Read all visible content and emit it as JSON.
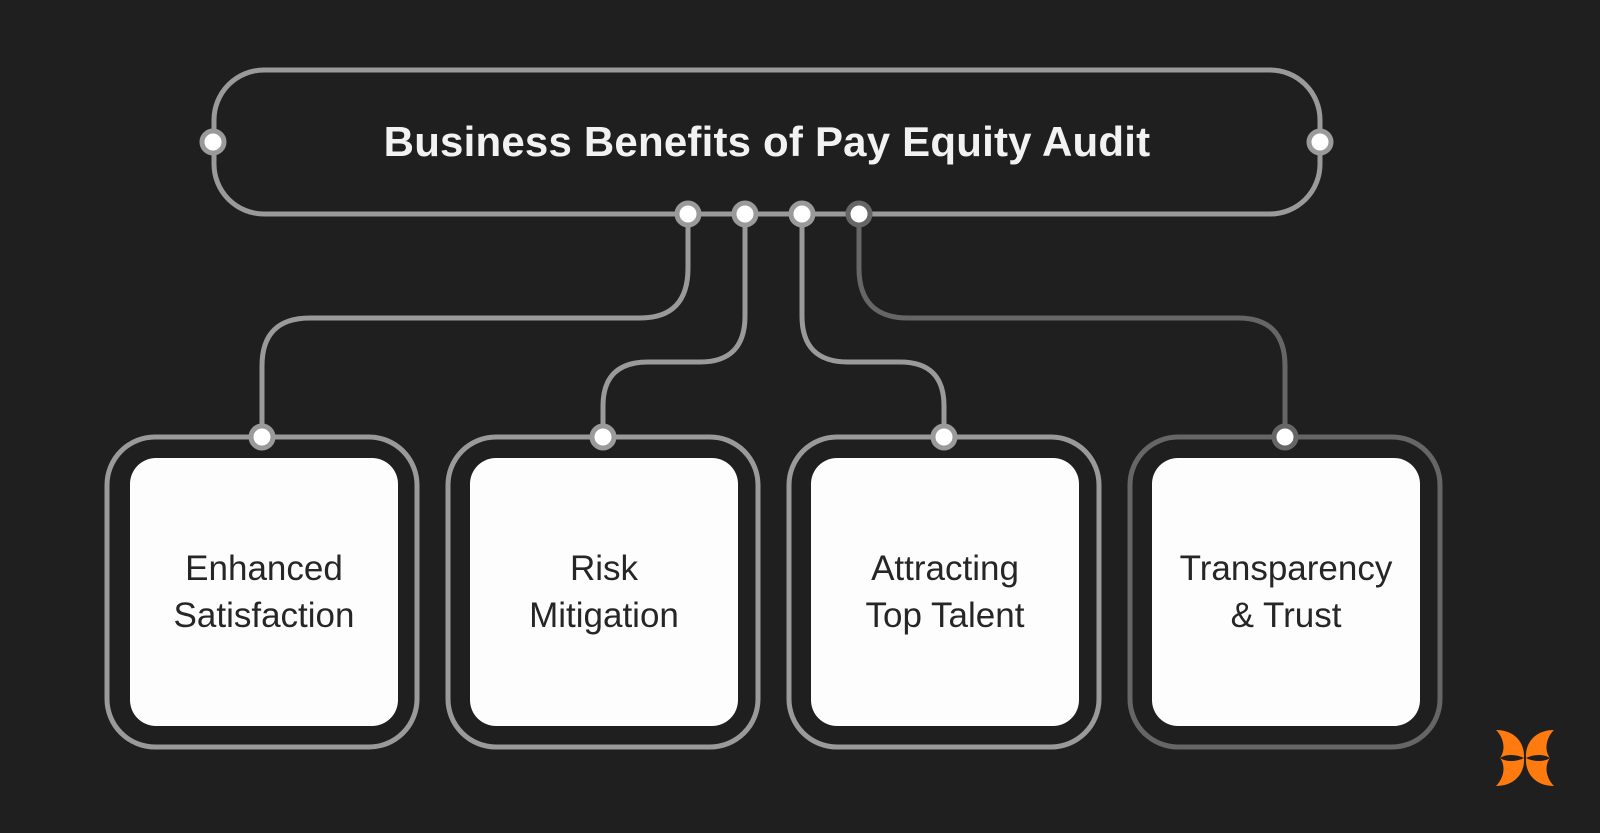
{
  "diagram": {
    "title": "Business Benefits of Pay Equity Audit",
    "benefits": [
      {
        "line1": "Enhanced",
        "line2": "Satisfaction"
      },
      {
        "line1": "Risk",
        "line2": "Mitigation"
      },
      {
        "line1": "Attracting",
        "line2": "Top Talent"
      },
      {
        "line1": "Transparency",
        "line2": "& Trust"
      }
    ]
  },
  "colors": {
    "background": "#1f1f1f",
    "connector_light": "#9a9a9a",
    "connector_dark": "#666666",
    "node_fill": "#ffffff",
    "card_fill": "#fdfdfd",
    "logo": "#ff7a0f"
  },
  "logo": {
    "icon": "butterfly-logo-icon"
  }
}
